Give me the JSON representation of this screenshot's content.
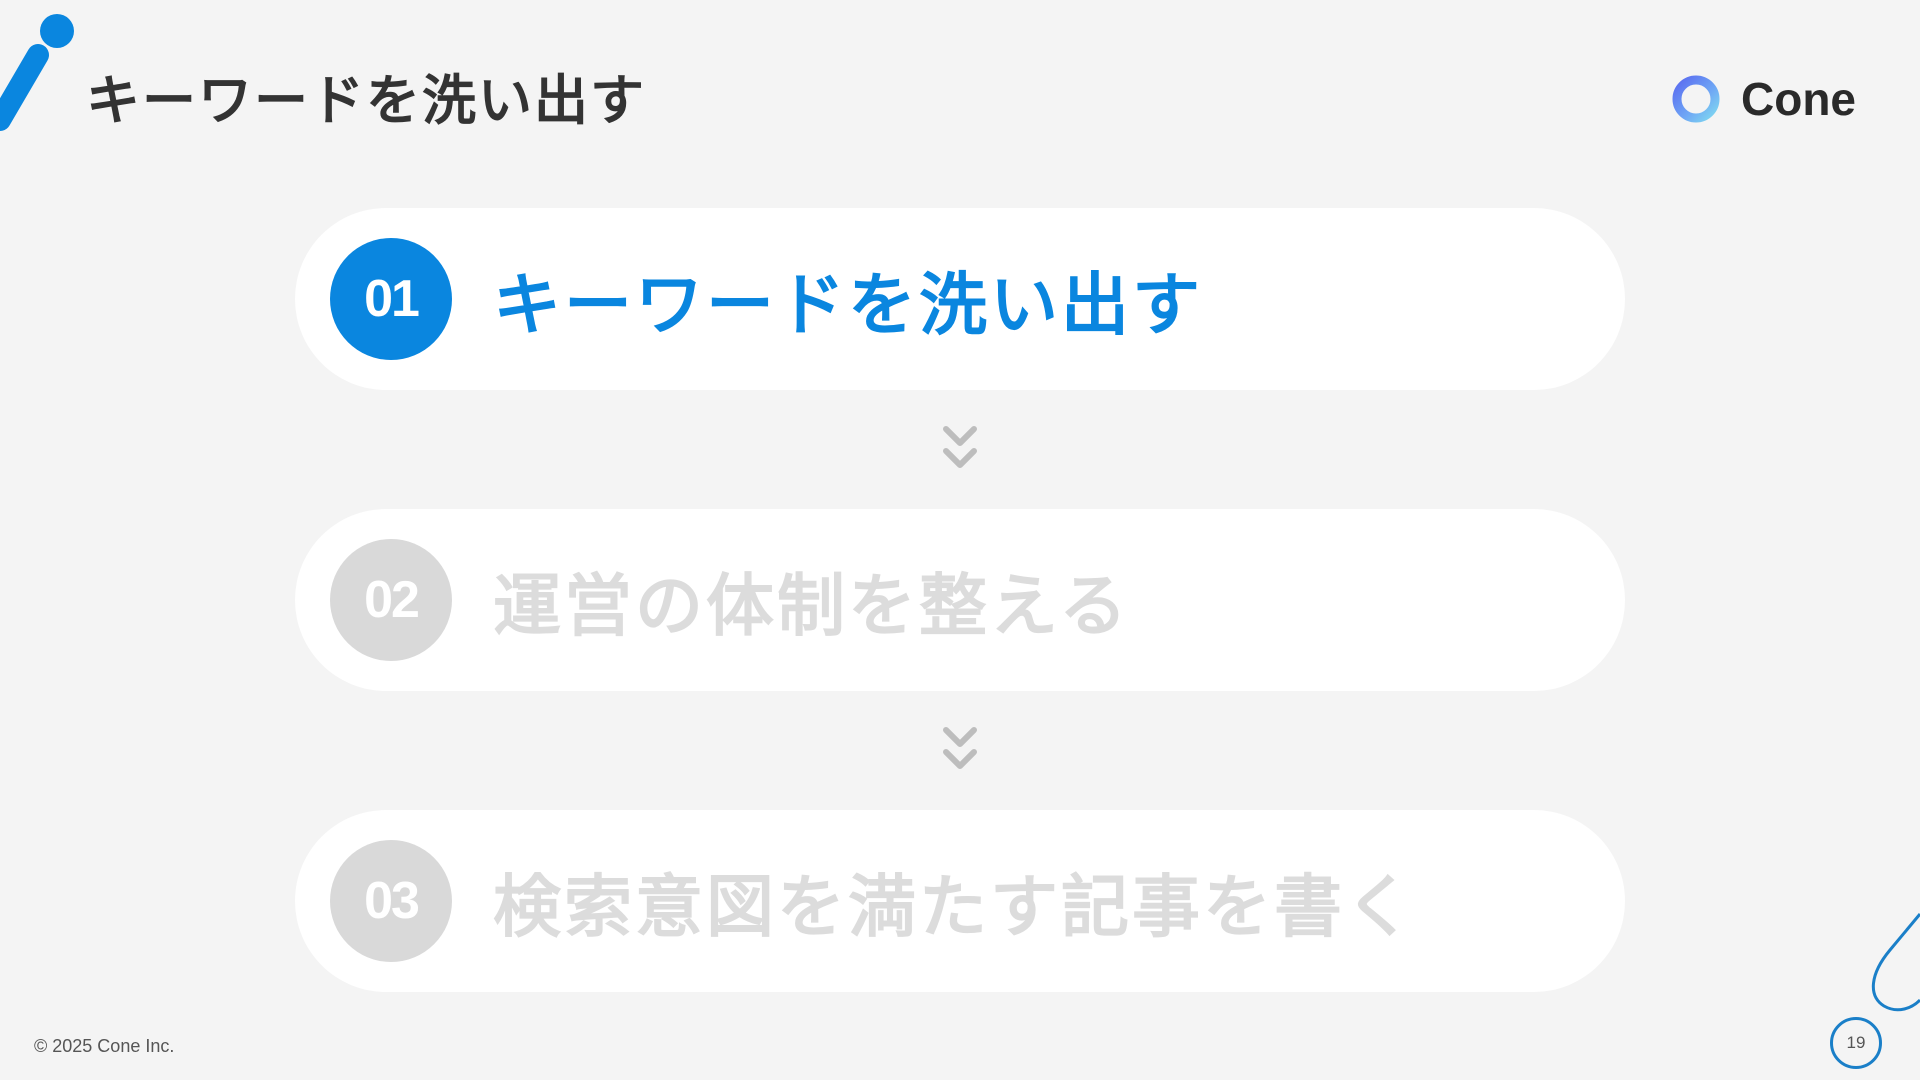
{
  "header": {
    "title": "キーワードを洗い出す",
    "brand": {
      "name": "Cone",
      "logo_icon": "ring-logo-icon"
    }
  },
  "steps": [
    {
      "number": "01",
      "label": "キーワードを洗い出す",
      "state": "active"
    },
    {
      "number": "02",
      "label": "運営の体制を整える",
      "state": "inactive"
    },
    {
      "number": "03",
      "label": "検索意図を満たす記事を書く",
      "state": "inactive"
    }
  ],
  "connector_icon": "double-chevron-down-icon",
  "footer": {
    "copyright": "© 2025 Cone Inc.",
    "page_number": "19"
  },
  "colors": {
    "accent": "#0a86df",
    "inactive_badge": "#d9d9d9",
    "inactive_text": "#dcdcdc",
    "background": "#f4f4f4",
    "card": "#ffffff",
    "title_text": "#333333"
  }
}
